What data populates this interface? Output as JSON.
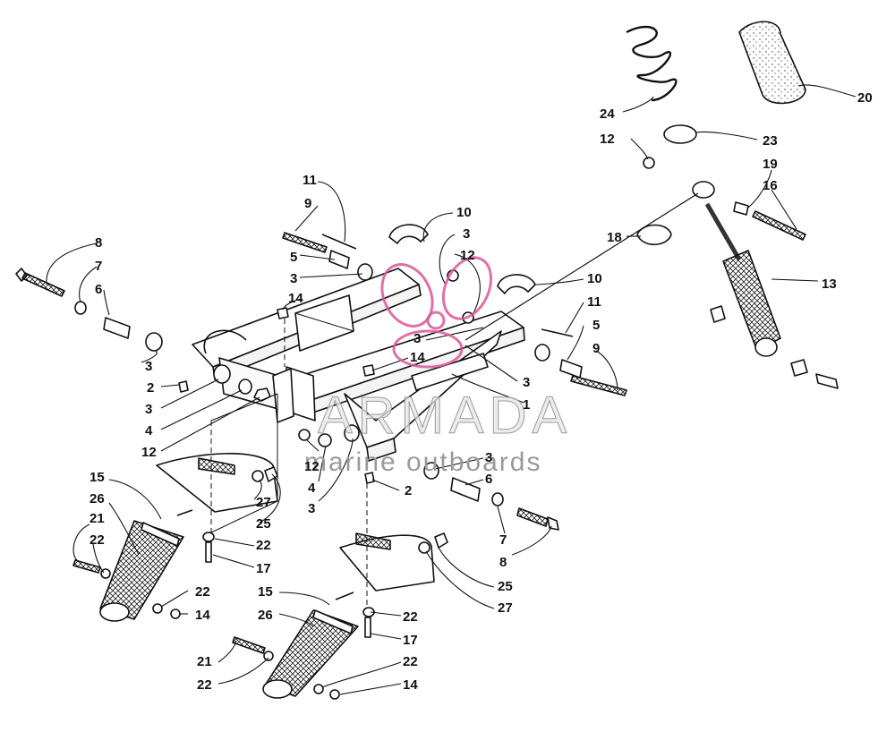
{
  "watermark": {
    "brand": "ARMADA",
    "tagline": "marine outboards",
    "accent_color": "#d9579a",
    "logo_icon": "propeller-logo-icon"
  },
  "callouts": [
    {
      "id": "c1",
      "text": "1"
    },
    {
      "id": "c2a",
      "text": "2"
    },
    {
      "id": "c2b",
      "text": "2"
    },
    {
      "id": "c3a",
      "text": "3"
    },
    {
      "id": "c3b",
      "text": "3"
    },
    {
      "id": "c3c",
      "text": "3"
    },
    {
      "id": "c3d",
      "text": "3"
    },
    {
      "id": "c3e",
      "text": "3"
    },
    {
      "id": "c3f",
      "text": "3"
    },
    {
      "id": "c3g",
      "text": "3"
    },
    {
      "id": "c3h",
      "text": "3"
    },
    {
      "id": "c4a",
      "text": "4"
    },
    {
      "id": "c4b",
      "text": "4"
    },
    {
      "id": "c5a",
      "text": "5"
    },
    {
      "id": "c5b",
      "text": "5"
    },
    {
      "id": "c6a",
      "text": "6"
    },
    {
      "id": "c6b",
      "text": "6"
    },
    {
      "id": "c7a",
      "text": "7"
    },
    {
      "id": "c7b",
      "text": "7"
    },
    {
      "id": "c8a",
      "text": "8"
    },
    {
      "id": "c8b",
      "text": "8"
    },
    {
      "id": "c9a",
      "text": "9"
    },
    {
      "id": "c9b",
      "text": "9"
    },
    {
      "id": "c10a",
      "text": "10"
    },
    {
      "id": "c10b",
      "text": "10"
    },
    {
      "id": "c11a",
      "text": "11"
    },
    {
      "id": "c11b",
      "text": "11"
    },
    {
      "id": "c12a",
      "text": "12"
    },
    {
      "id": "c12b",
      "text": "12"
    },
    {
      "id": "c12c",
      "text": "12"
    },
    {
      "id": "c12d",
      "text": "12"
    },
    {
      "id": "c13",
      "text": "13"
    },
    {
      "id": "c14a",
      "text": "14"
    },
    {
      "id": "c14b",
      "text": "14"
    },
    {
      "id": "c14c",
      "text": "14"
    },
    {
      "id": "c14d",
      "text": "14"
    },
    {
      "id": "c15a",
      "text": "15"
    },
    {
      "id": "c15b",
      "text": "15"
    },
    {
      "id": "c16",
      "text": "16"
    },
    {
      "id": "c17a",
      "text": "17"
    },
    {
      "id": "c17b",
      "text": "17"
    },
    {
      "id": "c18",
      "text": "18"
    },
    {
      "id": "c19",
      "text": "19"
    },
    {
      "id": "c20",
      "text": "20"
    },
    {
      "id": "c21a",
      "text": "21"
    },
    {
      "id": "c21b",
      "text": "21"
    },
    {
      "id": "c22a",
      "text": "22"
    },
    {
      "id": "c22b",
      "text": "22"
    },
    {
      "id": "c22c",
      "text": "22"
    },
    {
      "id": "c22d",
      "text": "22"
    },
    {
      "id": "c22e",
      "text": "22"
    },
    {
      "id": "c22f",
      "text": "22"
    },
    {
      "id": "c23",
      "text": "23"
    },
    {
      "id": "c24",
      "text": "24"
    },
    {
      "id": "c25a",
      "text": "25"
    },
    {
      "id": "c25b",
      "text": "25"
    },
    {
      "id": "c26a",
      "text": "26"
    },
    {
      "id": "c26b",
      "text": "26"
    },
    {
      "id": "c27a",
      "text": "27"
    },
    {
      "id": "c27b",
      "text": "27"
    }
  ]
}
